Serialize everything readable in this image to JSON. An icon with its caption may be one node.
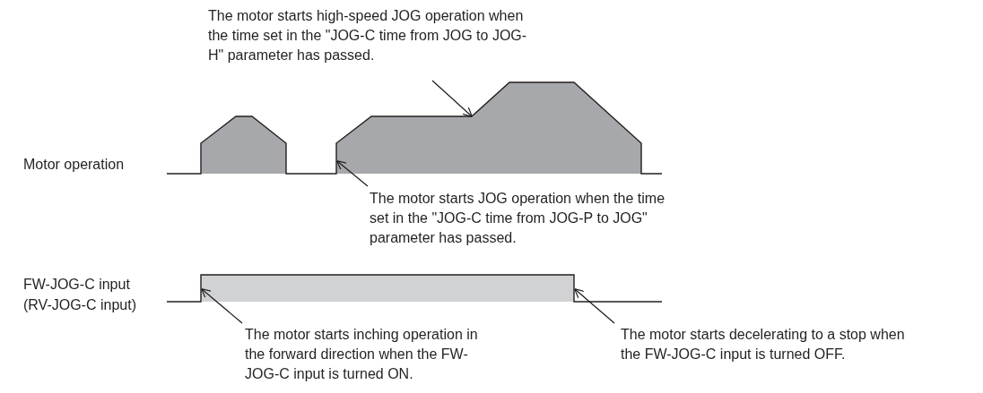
{
  "diagram": {
    "nodes": [
      {
        "text": [
          "The motor starts high-speed JOG operation when the time set in the \"JOG-C time from JOG to JOG-H\" parameter has passed."
        ]
      },
      {
        "text": [
          "The motor starts JOG operation when the time set in the \"JOG-C time from JOG-P to JOG\" parameter has passed."
        ]
      },
      {
        "text": [
          "The motor starts inching operation in the forward direction when the FW-JOG-C input is turned ON."
        ]
      },
      {
        "text": [
          "The motor starts decelerating to a stop when the FW-JOG-C input is turned OFF."
        ]
      }
    ],
    "edges": [
      {
        "from": 0,
        "to": null,
        "arrow": "to"
      },
      {
        "from": 1,
        "to": null,
        "arrow": "to"
      },
      {
        "from": 2,
        "to": null,
        "arrow": "to"
      },
      {
        "from": 3,
        "to": null,
        "arrow": "to"
      }
    ],
    "labels": [
      "Motor operation",
      "FW-JOG-C input",
      "(RV-JOG-C input)"
    ]
  }
}
